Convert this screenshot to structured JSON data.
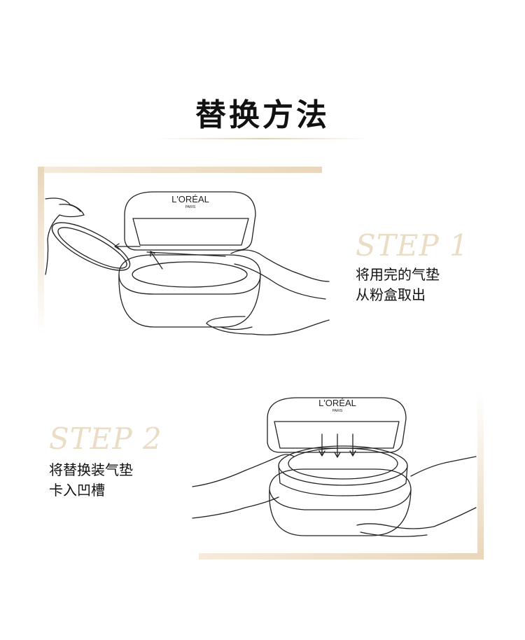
{
  "title": "替换方法",
  "brand": {
    "name": "L'ORÉAL",
    "sub": "PARIS"
  },
  "steps": [
    {
      "label": "STEP 1",
      "lines": [
        "将用完的气垫",
        "从粉盒取出"
      ]
    },
    {
      "label": "STEP 2",
      "lines": [
        "将替换装气垫",
        "卡入凹槽"
      ]
    }
  ],
  "colors": {
    "accent": "#e9d6bb",
    "step_label": "#eadcc5",
    "text": "#111111"
  }
}
